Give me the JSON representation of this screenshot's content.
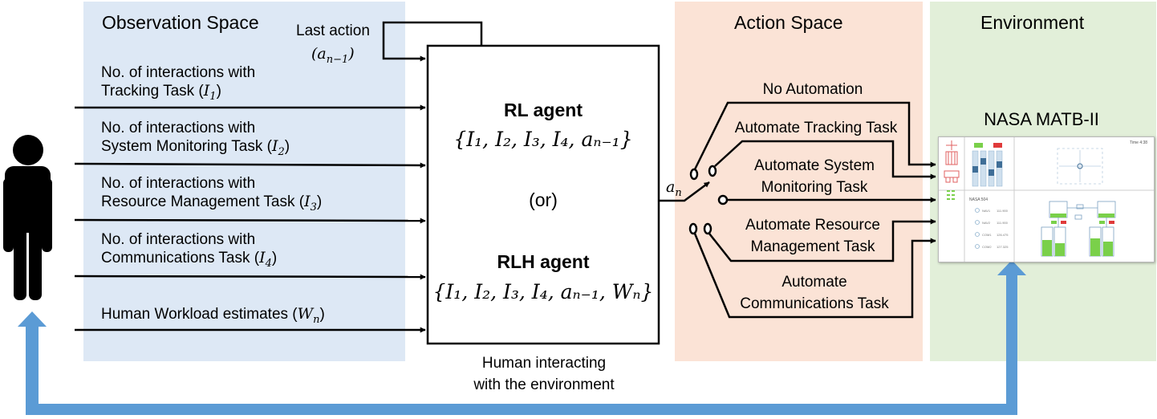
{
  "colors": {
    "observation_bg": "#dde8f5",
    "action_bg": "#fbe3d6",
    "environment_bg": "#e2efd9",
    "feedback_arrow": "#5b9bd5",
    "matb_green": "#7ad04a",
    "matb_red": "#e03a3a",
    "matb_blue": "#3f6e97"
  },
  "sections": {
    "observation": "Observation Space",
    "action": "Action Space",
    "environment": "Environment"
  },
  "last_action": {
    "line1": "Last action",
    "line2": "(a",
    "sub": "n−1",
    "close": ")"
  },
  "observations": [
    {
      "line1": "No. of interactions with",
      "line2": "Tracking Task (",
      "var": "I",
      "sub": "1",
      "close": ")"
    },
    {
      "line1": "No. of interactions with",
      "line2": "System Monitoring Task (",
      "var": "I",
      "sub": "2",
      "close": ")"
    },
    {
      "line1": "No. of interactions with",
      "line2": "Resource Management Task (",
      "var": "I",
      "sub": "3",
      "close": ")"
    },
    {
      "line1": "No. of interactions with",
      "line2": "Communications Task (",
      "var": "I",
      "sub": "4",
      "close": ")"
    },
    {
      "line1": "",
      "line2": "Human Workload estimates (",
      "var": "W",
      "sub": "n",
      "close": ")"
    }
  ],
  "agent": {
    "rl_label": "RL agent",
    "rl_set": "{I₁, I₂, I₃, I₄, aₙ₋₁}",
    "or_label": "(or)",
    "rlh_label": "RLH agent",
    "rlh_set": "{I₁, I₂, I₃, I₄, aₙ₋₁, Wₙ}"
  },
  "action_output": {
    "var": "a",
    "sub": "n"
  },
  "actions": [
    {
      "line1": "No Automation",
      "line2": ""
    },
    {
      "line1": "Automate Tracking Task",
      "line2": ""
    },
    {
      "line1": "Automate System",
      "line2": "Monitoring Task"
    },
    {
      "line1": "Automate Resource",
      "line2": "Management Task"
    },
    {
      "line1": "Automate",
      "line2": "Communications Task"
    }
  ],
  "environment": {
    "matb_title": "NASA MATB-II",
    "screen_time": "Time 4:38",
    "screen_comm_title": "NASA 504",
    "screen_comm_rows": [
      "NAV1",
      "NAV2",
      "COM1",
      "COM2"
    ],
    "screen_comm_freqs": [
      "111.900",
      "111.900",
      "126.475",
      "127.325"
    ]
  },
  "caption": {
    "line1": "Human interacting",
    "line2": "with the environment"
  }
}
